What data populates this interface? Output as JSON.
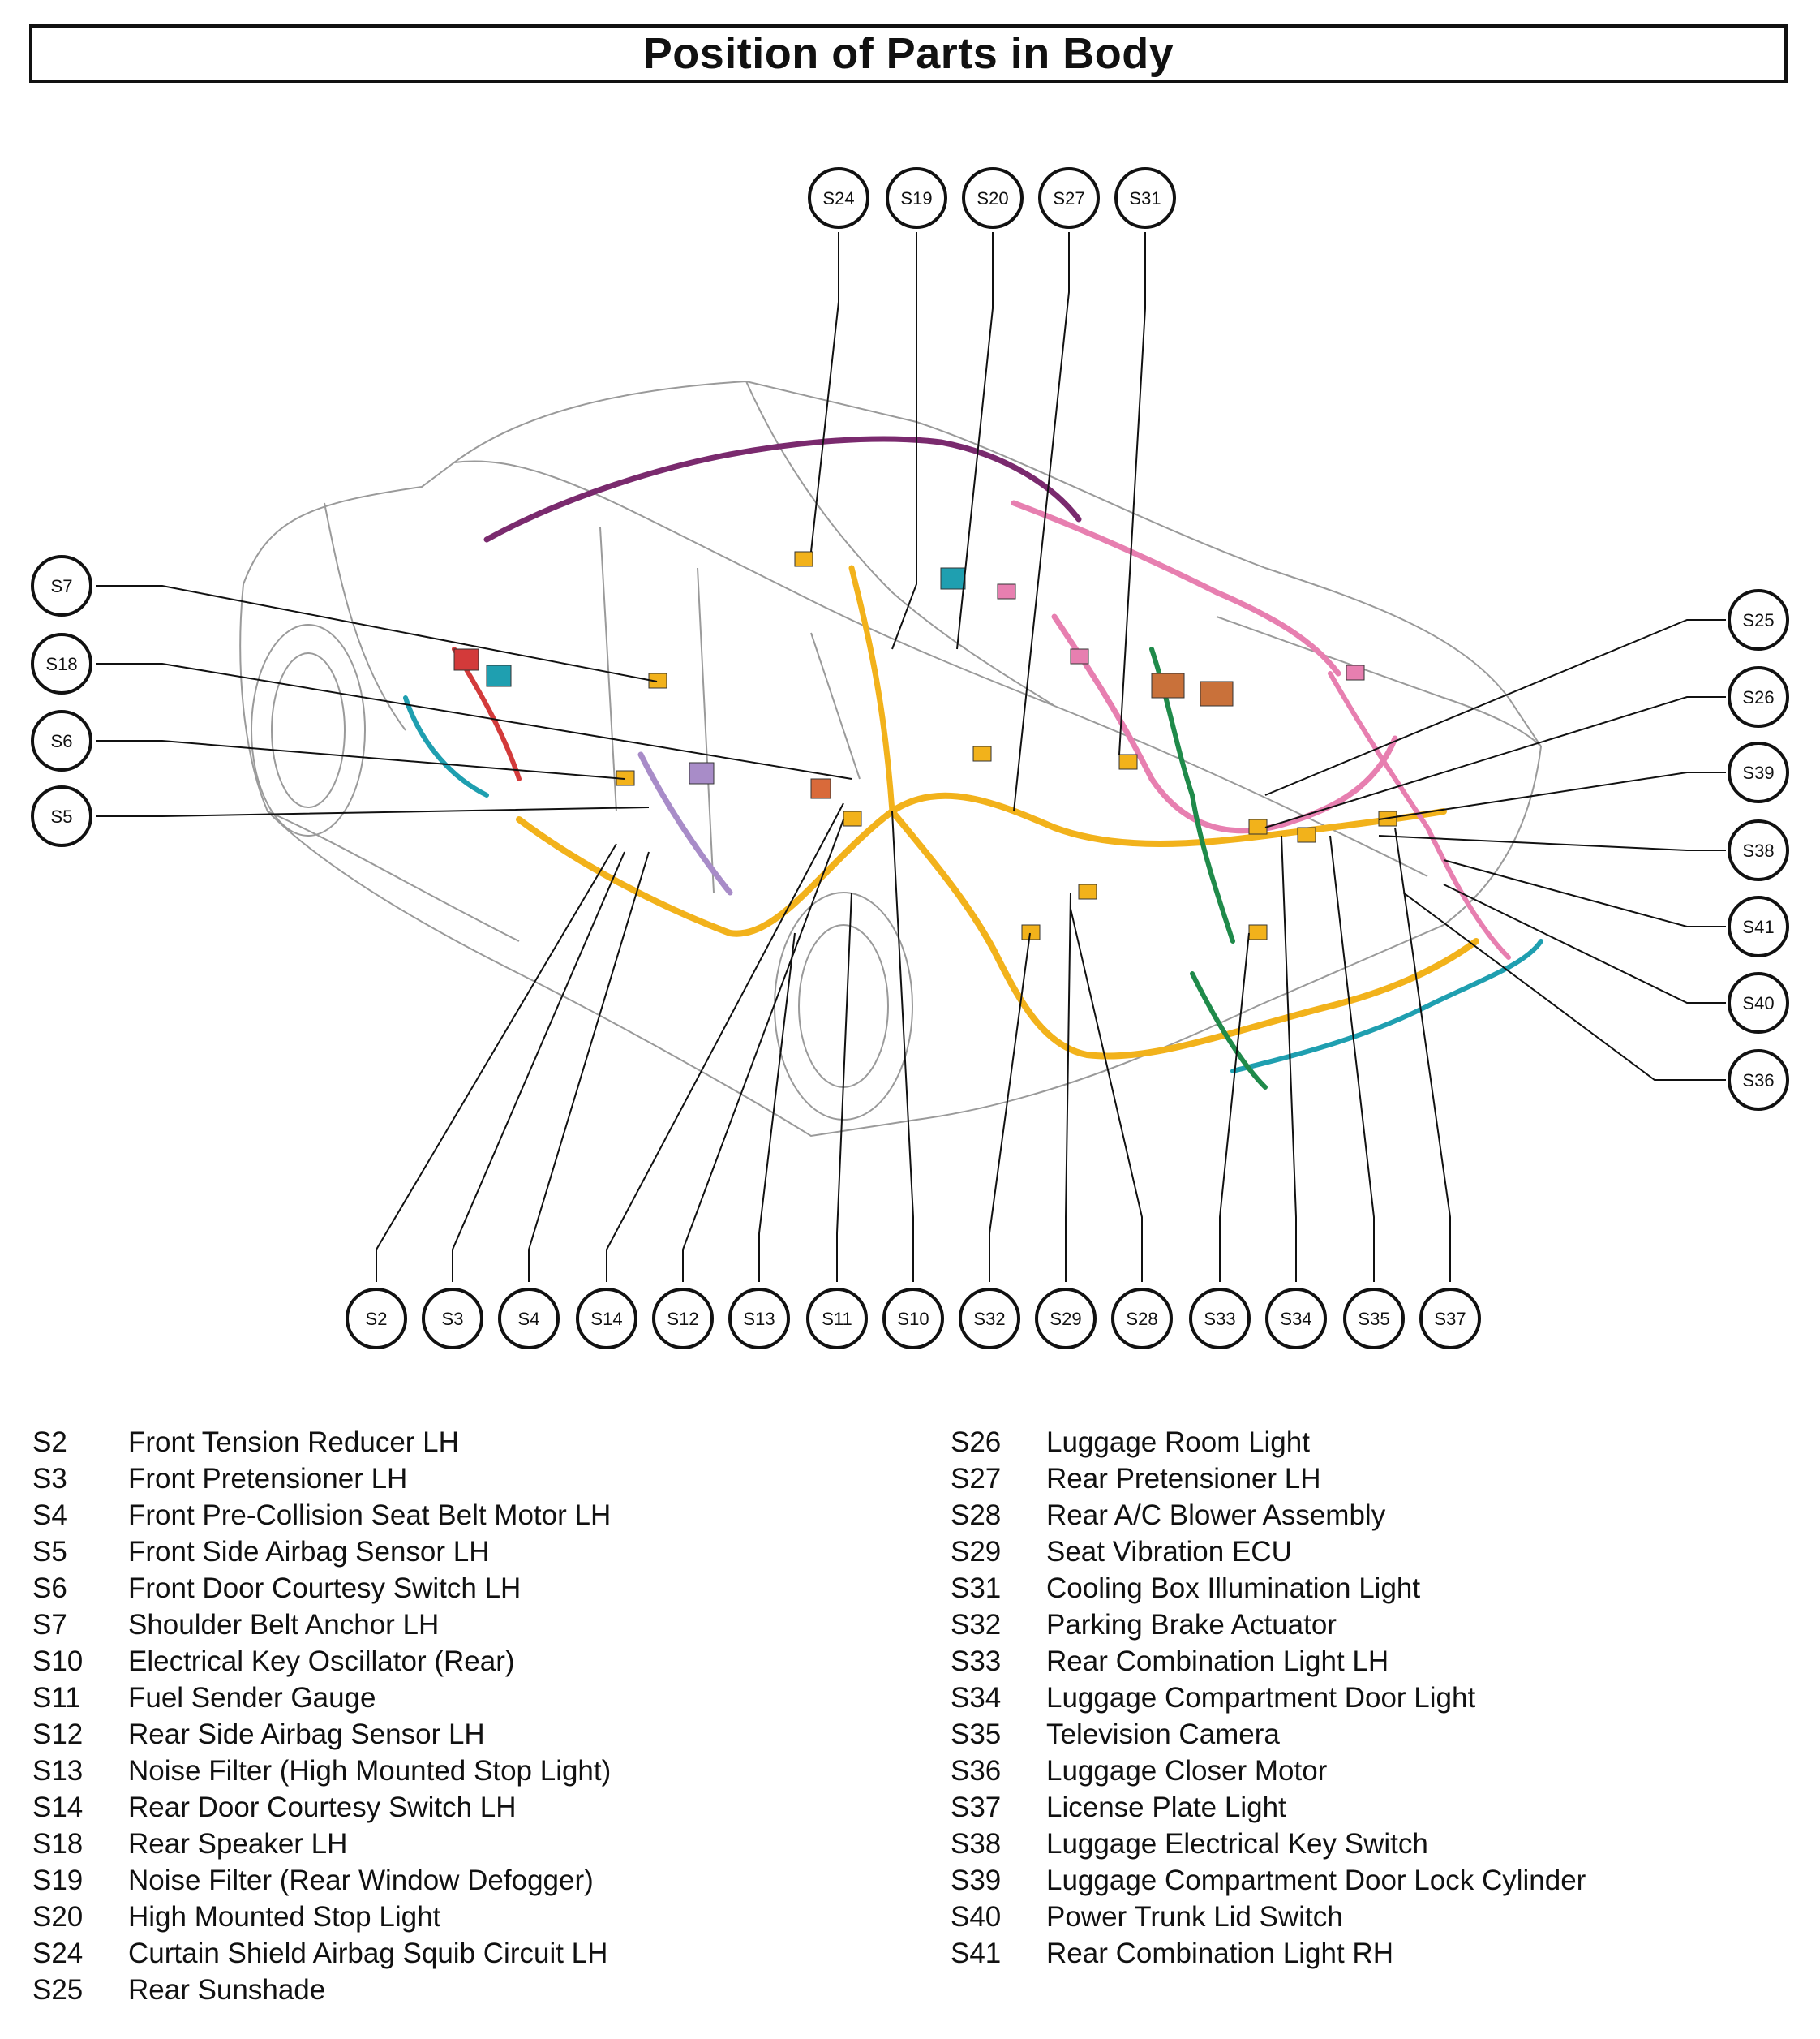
{
  "title": "Position of Parts in Body",
  "callouts": {
    "S24": "S24",
    "S19": "S19",
    "S20": "S20",
    "S27": "S27",
    "S31": "S31",
    "S7": "S7",
    "S18": "S18",
    "S6": "S6",
    "S5": "S5",
    "S25": "S25",
    "S26": "S26",
    "S39": "S39",
    "S38": "S38",
    "S41": "S41",
    "S40": "S40",
    "S36": "S36",
    "S2": "S2",
    "S3": "S3",
    "S4": "S4",
    "S14": "S14",
    "S12": "S12",
    "S13": "S13",
    "S11": "S11",
    "S10": "S10",
    "S32": "S32",
    "S29": "S29",
    "S28": "S28",
    "S33": "S33",
    "S34": "S34",
    "S35": "S35",
    "S37": "S37"
  },
  "legend_left": [
    {
      "code": "S2",
      "name": "Front Tension Reducer LH"
    },
    {
      "code": "S3",
      "name": "Front Pretensioner LH"
    },
    {
      "code": "S4",
      "name": "Front Pre-Collision Seat Belt Motor LH"
    },
    {
      "code": "S5",
      "name": "Front Side Airbag Sensor LH"
    },
    {
      "code": "S6",
      "name": "Front Door Courtesy Switch LH"
    },
    {
      "code": "S7",
      "name": "Shoulder Belt Anchor LH"
    },
    {
      "code": "S10",
      "name": "Electrical Key Oscillator (Rear)"
    },
    {
      "code": "S11",
      "name": "Fuel Sender Gauge"
    },
    {
      "code": "S12",
      "name": "Rear Side Airbag Sensor LH"
    },
    {
      "code": "S13",
      "name": "Noise Filter (High Mounted Stop Light)"
    },
    {
      "code": "S14",
      "name": "Rear Door Courtesy Switch LH"
    },
    {
      "code": "S18",
      "name": "Rear Speaker LH"
    },
    {
      "code": "S19",
      "name": "Noise Filter (Rear Window Defogger)"
    },
    {
      "code": "S20",
      "name": "High Mounted Stop Light"
    },
    {
      "code": "S24",
      "name": "Curtain Shield Airbag Squib Circuit LH"
    },
    {
      "code": "S25",
      "name": "Rear Sunshade"
    }
  ],
  "legend_right": [
    {
      "code": "S26",
      "name": "Luggage Room Light"
    },
    {
      "code": "S27",
      "name": "Rear Pretensioner LH"
    },
    {
      "code": "S28",
      "name": "Rear A/C Blower Assembly"
    },
    {
      "code": "S29",
      "name": "Seat Vibration ECU"
    },
    {
      "code": "S31",
      "name": "Cooling Box Illumination Light"
    },
    {
      "code": "S32",
      "name": "Parking Brake Actuator"
    },
    {
      "code": "S33",
      "name": "Rear Combination Light LH"
    },
    {
      "code": "S34",
      "name": "Luggage Compartment Door Light"
    },
    {
      "code": "S35",
      "name": "Television Camera"
    },
    {
      "code": "S36",
      "name": "Luggage Closer Motor"
    },
    {
      "code": "S37",
      "name": "License Plate Light"
    },
    {
      "code": "S38",
      "name": "Luggage Electrical Key Switch"
    },
    {
      "code": "S39",
      "name": "Luggage Compartment Door Lock Cylinder"
    },
    {
      "code": "S40",
      "name": "Power Trunk Lid Switch"
    },
    {
      "code": "S41",
      "name": "Rear Combination Light RH"
    }
  ],
  "colors": {
    "harness_orange": "#f2b21b",
    "harness_purple": "#7a2a6e",
    "harness_pink": "#e77fb0",
    "harness_cyan": "#1f9fb0",
    "harness_green": "#1f8a4a",
    "harness_red": "#d33a3a",
    "harness_lavender": "#a88cc8",
    "car_outline": "#9a9a9a",
    "line": "#111111"
  }
}
